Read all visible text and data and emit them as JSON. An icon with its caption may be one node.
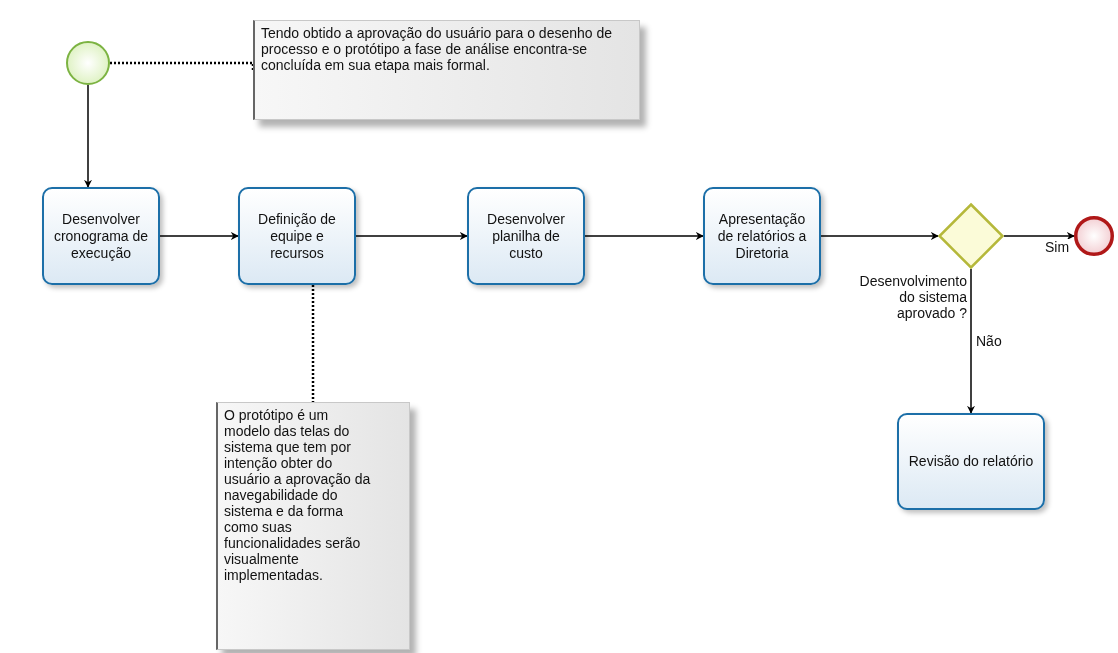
{
  "diagram": {
    "nodes": [
      {
        "text": [],
        "shape": "circle"
      },
      {
        "text": [
          "Tendo obtido a aprovação do usuário para o desenho de processo e o protótipo a fase de análise encontra-se concluída em sua etapa mais formal."
        ]
      },
      {
        "text": [
          "Desenvolver cronograma de execução"
        ]
      },
      {
        "text": [
          "Definição de equipe e recursos"
        ]
      },
      {
        "text": [
          "O protótipo é um modelo das telas do sistema que tem por intenção obter do usuário a aprovação da navegabilidade do sistema e da forma como suas funcionalidades serão visualmente implementadas."
        ]
      },
      {
        "text": [
          "Desenvolver planilha de custo"
        ]
      },
      {
        "text": [
          "Apresentação de relatórios a Diretoria"
        ]
      },
      {
        "text": [
          "Desenvolvimento do sistema aprovado ?"
        ]
      },
      {
        "text": [],
        "shape": "circle"
      },
      {
        "text": [
          "Revisão do relatório"
        ]
      }
    ],
    "edges": [
      {
        "from": 0,
        "to": 1,
        "arrow": "none",
        "style": "dashed"
      },
      {
        "from": 0,
        "to": 2,
        "arrow": "to"
      },
      {
        "from": 2,
        "to": 3,
        "arrow": "to"
      },
      {
        "from": 3,
        "to": 5,
        "arrow": "to"
      },
      {
        "from": 5,
        "to": 6,
        "arrow": "to"
      },
      {
        "from": 6,
        "to": 7,
        "arrow": "to"
      },
      {
        "from": 7,
        "to": 8,
        "arrow": "to",
        "label": "Sim"
      },
      {
        "from": 7,
        "to": 9,
        "arrow": "to",
        "label": "Não"
      },
      {
        "from": 3,
        "to": 4,
        "arrow": "none",
        "style": "dashed"
      }
    ]
  }
}
